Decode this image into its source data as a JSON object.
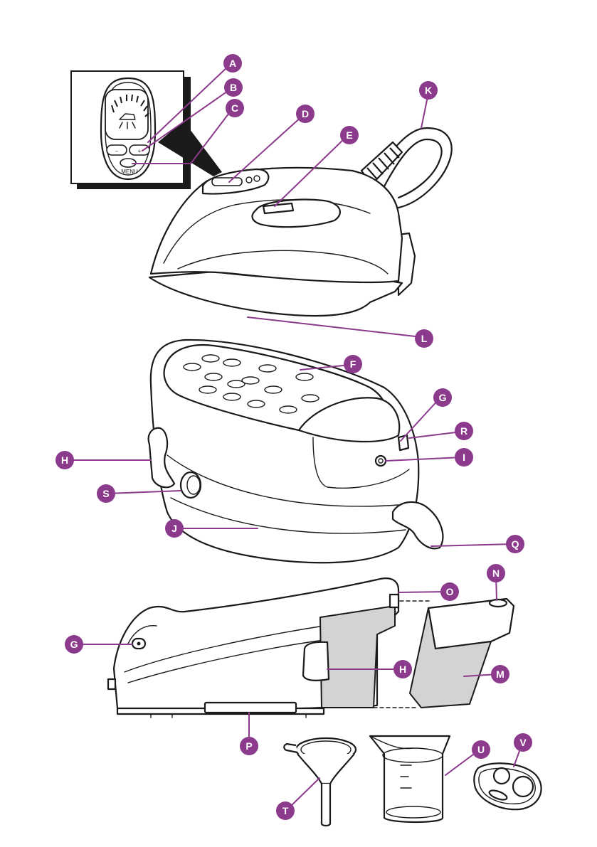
{
  "callouts": [
    {
      "id": "A",
      "label": "A"
    },
    {
      "id": "B",
      "label": "B"
    },
    {
      "id": "C",
      "label": "C"
    },
    {
      "id": "D",
      "label": "D"
    },
    {
      "id": "E",
      "label": "E"
    },
    {
      "id": "K",
      "label": "K"
    },
    {
      "id": "L",
      "label": "L"
    },
    {
      "id": "F",
      "label": "F"
    },
    {
      "id": "G1",
      "label": "G"
    },
    {
      "id": "R",
      "label": "R"
    },
    {
      "id": "I",
      "label": "I"
    },
    {
      "id": "H1",
      "label": "H"
    },
    {
      "id": "S",
      "label": "S"
    },
    {
      "id": "J",
      "label": "J"
    },
    {
      "id": "Q",
      "label": "Q"
    },
    {
      "id": "N",
      "label": "N"
    },
    {
      "id": "O",
      "label": "O"
    },
    {
      "id": "G2",
      "label": "G"
    },
    {
      "id": "H2",
      "label": "H"
    },
    {
      "id": "M",
      "label": "M"
    },
    {
      "id": "P",
      "label": "P"
    },
    {
      "id": "T",
      "label": "T"
    },
    {
      "id": "U",
      "label": "U"
    },
    {
      "id": "V",
      "label": "V"
    }
  ],
  "display_panel": {
    "minus_symbol": "−",
    "plus_symbol": "+",
    "menu_label": "MENU"
  },
  "colors": {
    "callout": "#8c3a8c",
    "outline": "#1a1a1a",
    "tank_fill": "#d3d3d3"
  }
}
